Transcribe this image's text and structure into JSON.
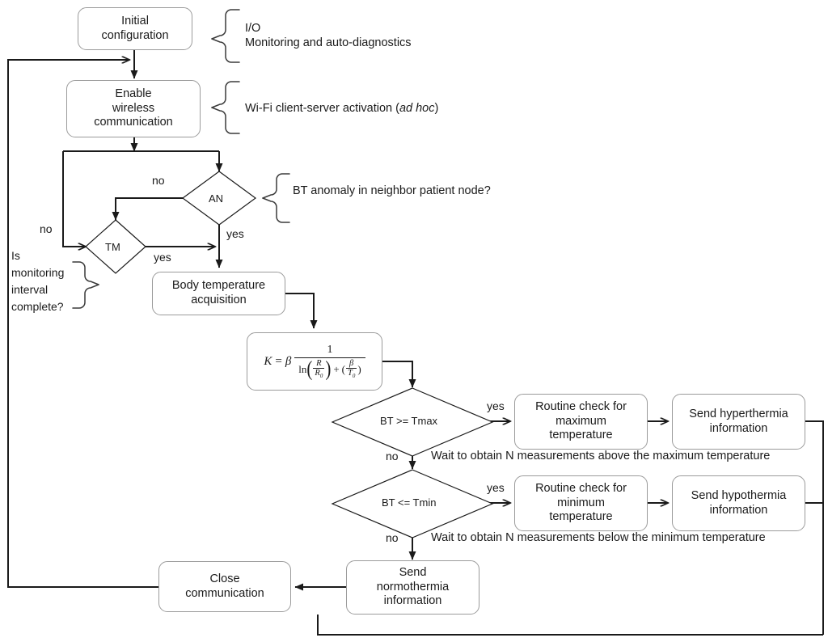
{
  "diagram": {
    "title": "Body temperature monitoring flowchart",
    "stroke_color": "#1a1a1a",
    "node_border_color": "#9b9b9b",
    "background": "#ffffff"
  },
  "nodes": {
    "initial_configuration": "Initial\nconfiguration",
    "enable_wireless": "Enable\nwireless\ncommunication",
    "body_temperature_acquisition": "Body temperature\nacquisition",
    "routine_check_max": "Routine check for\nmaximum\ntemperature",
    "send_hyperthermia": "Send hyperthermia\ninformation",
    "routine_check_min": "Routine check for\nminimum\ntemperature",
    "send_hypothermia": "Send hypothermia\ninformation",
    "send_normothermia": "Send\nnormothermia\ninformation",
    "close_communication": "Close\ncommunication"
  },
  "decisions": {
    "an": "AN",
    "tm": "TM",
    "bt_max": "BT >= Tmax",
    "bt_min": "BT <= Tmin"
  },
  "annotations": {
    "io_line1": "I/O",
    "io_line2": "Monitoring and auto-diagnostics",
    "wifi_prefix": "Wi-Fi client-server activation (",
    "wifi_italic": "ad hoc",
    "wifi_suffix": ")",
    "an_question": "BT anomaly in neighbor patient node?",
    "tm_question": "Is\nmonitoring\ninterval\ncomplete?",
    "wait_max": "Wait to obtain N measurements above the maximum temperature",
    "wait_min": "Wait to obtain N measurements below the minimum temperature"
  },
  "edge_labels": {
    "an_no": "no",
    "an_yes": "yes",
    "tm_no": "no",
    "tm_yes": "yes",
    "btmax_yes": "yes",
    "btmax_no": "no",
    "btmin_yes": "yes",
    "btmin_no": "no"
  },
  "formula": {
    "lhs": "K",
    "equals": "=",
    "beta": "β",
    "numerator": "1",
    "den_ln": "ln",
    "den_frac_num": "R",
    "den_frac_den": "R",
    "den_frac_den_sub": "0",
    "den_plus": "+",
    "den_beta": "β",
    "den_T": "T",
    "den_T_sub": "0"
  }
}
